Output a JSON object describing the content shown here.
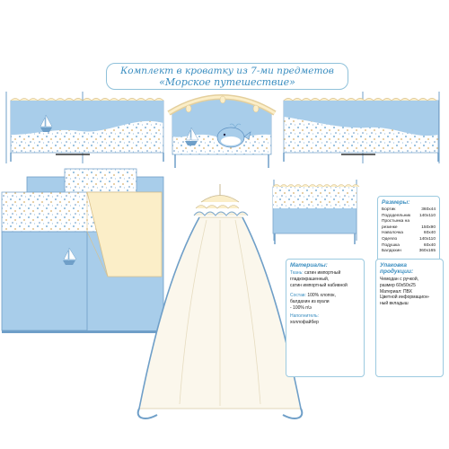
{
  "title": {
    "line1": "Комплект в кроватку из 7-ми предметов",
    "line2": "«Морское путешествие»"
  },
  "sizes": {
    "heading": "Размеры:",
    "rows": [
      {
        "name": "Бортик",
        "value": "360х44"
      },
      {
        "name": "Пододеяльник",
        "value": "140х110"
      },
      {
        "name": "Простынка на",
        "value": ""
      },
      {
        "name": "резинке",
        "value": "150х90"
      },
      {
        "name": "Наволочка",
        "value": "60х40"
      },
      {
        "name": "Одеяло",
        "value": "140х110"
      },
      {
        "name": "Подушка",
        "value": "60х40"
      },
      {
        "name": "Балдахин",
        "value": "360х165"
      }
    ]
  },
  "materials": {
    "heading": "Материалы:",
    "fabric_label": "Ткань:",
    "fabric_lines": [
      "сатин импортный",
      "гладкокрашенный,",
      "сатин импортный набивной"
    ],
    "composition_label": "Состав:",
    "composition_lines": [
      "100% хлопок,",
      "балдахин из вуали",
      "- 100% п\\э"
    ],
    "filler_label": "Наполнитель:",
    "filler_lines": [
      "холлофайбер"
    ]
  },
  "packaging": {
    "heading": "Упаковка продукции:",
    "lines": [
      "Чемодан с ручкой,",
      "размер 60х50х25",
      "Материал: ПВХ",
      "Цветной информацион-",
      "ный вкладыш"
    ]
  },
  "colors": {
    "blue": "#a8cdea",
    "blue_dark": "#6f9fc8",
    "cream": "#fbeec8",
    "print_bg": "#ffffff",
    "dot_a": "#7fb2d8",
    "dot_b": "#d8b06a",
    "accent": "#3b8ec0"
  }
}
